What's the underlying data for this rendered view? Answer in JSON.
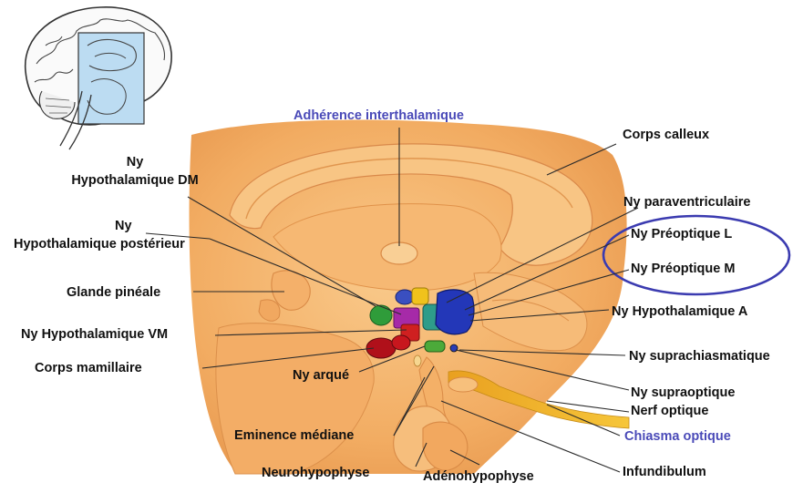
{
  "labels": {
    "adherence_interthalamique": "Adhérence interthalamique",
    "corps_calleux": "Corps calleux",
    "ny_hypo_dm_line1": "Ny",
    "ny_hypo_dm_line2": "Hypothalamique DM",
    "ny_hypo_post_line1": "Ny",
    "ny_hypo_post_line2": "Hypothalamique postérieur",
    "glande_pineale": "Glande pinéale",
    "ny_hypo_vm": "Ny Hypothalamique VM",
    "corps_mamillaire": "Corps mamillaire",
    "ny_arque": "Ny arqué",
    "eminence_mediane": "Eminence médiane",
    "neurohypophyse": "Neurohypophyse",
    "adenohypophyse": "Adénohypophyse",
    "infundibulum": "Infundibulum",
    "chiasma_optique": "Chiasma optique",
    "nerf_optique": "Nerf optique",
    "ny_supraoptique": "Ny supraoptique",
    "ny_suprachiasmatique": "Ny suprachiasmatique",
    "ny_hypo_a": "Ny Hypothalamique A",
    "ny_preoptique_m": "Ny Préoptique M",
    "ny_preoptique_l": "Ny Préoptique L",
    "ny_paraventriculaire": "Ny paraventriculaire"
  },
  "colors": {
    "tissue": "#f4b36a",
    "tissue_dark": "#e0924a",
    "label_blue": "#4a4ab8",
    "highlight_ellipse": "#3b3bb0",
    "inset_box": "#bcdcf2"
  }
}
